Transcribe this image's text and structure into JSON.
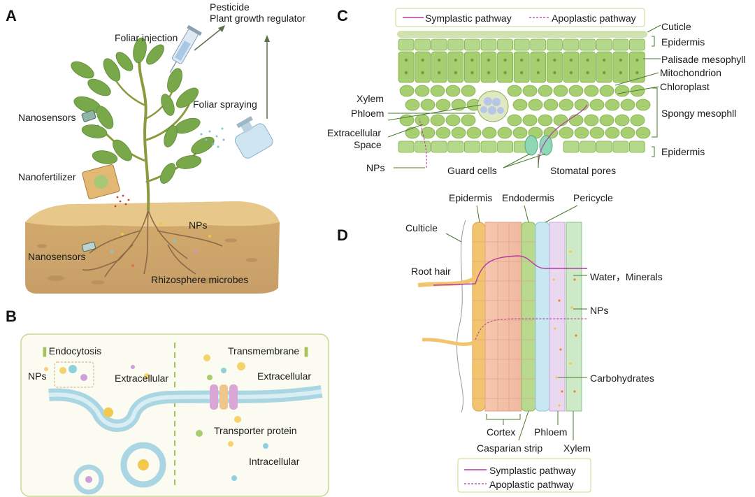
{
  "panels": {
    "a": {
      "letter": "A",
      "labels": {
        "pesticide": "Pesticide",
        "regulator": "Plant growth regulator",
        "foliar_injection": "Foliar injection",
        "foliar_spraying": "Foliar spraying",
        "nanosensors_leaf": "Nanosensors",
        "nanofertilizer": "Nanofertilizer",
        "nps": "NPs",
        "nanosensors_soil": "Nanosensors",
        "rhizosphere": "Rhizosphere microbes"
      }
    },
    "b": {
      "letter": "B",
      "labels": {
        "endocytosis": "Endocytosis",
        "transmembrane": "Transmembrane",
        "nps": "NPs",
        "extracellular_left": "Extracellular",
        "extracellular_right": "Extracellular",
        "transporter": "Transporter protein",
        "intracellular": "Intracellular"
      }
    },
    "c": {
      "letter": "C",
      "legend": {
        "symplastic": "Symplastic pathway",
        "apoplastic": "Apoplastic pathway"
      },
      "labels": {
        "cuticle": "Cuticle",
        "epidermis_top": "Epidermis",
        "palisade": "Palisade mesophyll",
        "mitochondrion": "Mitochondrion",
        "chloroplast": "Chloroplast",
        "spongy": "Spongy mesophll",
        "epidermis_bottom": "Epidermis",
        "xylem": "Xylem",
        "phloem": "Phloem",
        "extracellular": "Extracellular",
        "space": "Space",
        "nps": "NPs",
        "guard_cells": "Guard cells",
        "stomatal_pores": "Stomatal pores"
      }
    },
    "d": {
      "letter": "D",
      "labels": {
        "epidermis": "Epidermis",
        "endodermis": "Endodermis",
        "pericycle": "Pericycle",
        "culticle": "Culticle",
        "root_hair": "Root hair",
        "water_minerals": "Water，Minerals",
        "nps": "NPs",
        "carbohydrates": "Carbohydrates",
        "cortex": "Cortex",
        "phloem": "Phloem",
        "xylem": "Xylem",
        "casparian": "Casparian strip"
      },
      "legend": {
        "symplastic": "Symplastic pathway",
        "apoplastic": "Apoplastic pathway"
      }
    }
  },
  "colors": {
    "soil": "#c9a26b",
    "soil_top": "#e0bb7c",
    "leaf": "#7ea84a",
    "membrane": "#a9d6e2",
    "cell_green": "#a7cf72",
    "symplastic": "#b23aa6",
    "apoplastic": "#b23aa6",
    "panel_b_border": "#c9d88e"
  }
}
